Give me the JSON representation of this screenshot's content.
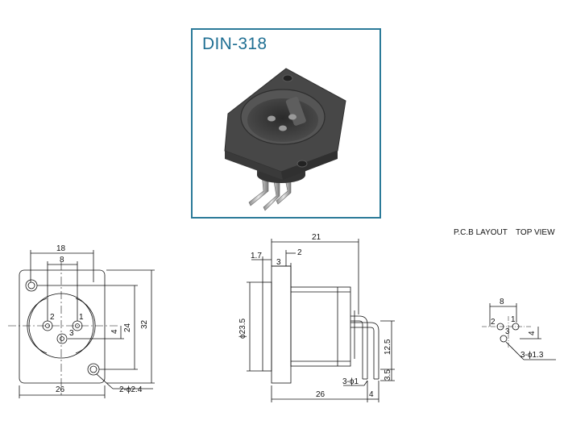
{
  "product": {
    "model": "DIN-318"
  },
  "pcb": {
    "layout_label": "P.C.B LAYOUT",
    "view_label": "TOP VIEW",
    "spacing_dim": "8",
    "offset_dim": "4",
    "hole_dim": "3-ϕ1.3",
    "pin_labels": [
      "1",
      "2",
      "3"
    ]
  },
  "front_view": {
    "width_top": "18",
    "inner_spacing": "8",
    "height_right": "32",
    "inner_height": "24",
    "pin_offset": "4",
    "width_bottom": "26",
    "mount_hole": "2-ϕ2.4",
    "pin_labels": [
      "1",
      "2",
      "3"
    ]
  },
  "side_view": {
    "total_length": "21",
    "flange_thickness": "1.7",
    "flange_depth": "3",
    "small_gap": "2",
    "body_diameter": "ϕ23.5",
    "pin_height": "12.5",
    "pin_stub": "3.5",
    "pin_dia": "3-ϕ1",
    "pin_spacing": "4",
    "bottom_length": "26"
  },
  "colors": {
    "frame": "#2b7a99",
    "title": "#1f6f93",
    "ink": "#111111"
  }
}
